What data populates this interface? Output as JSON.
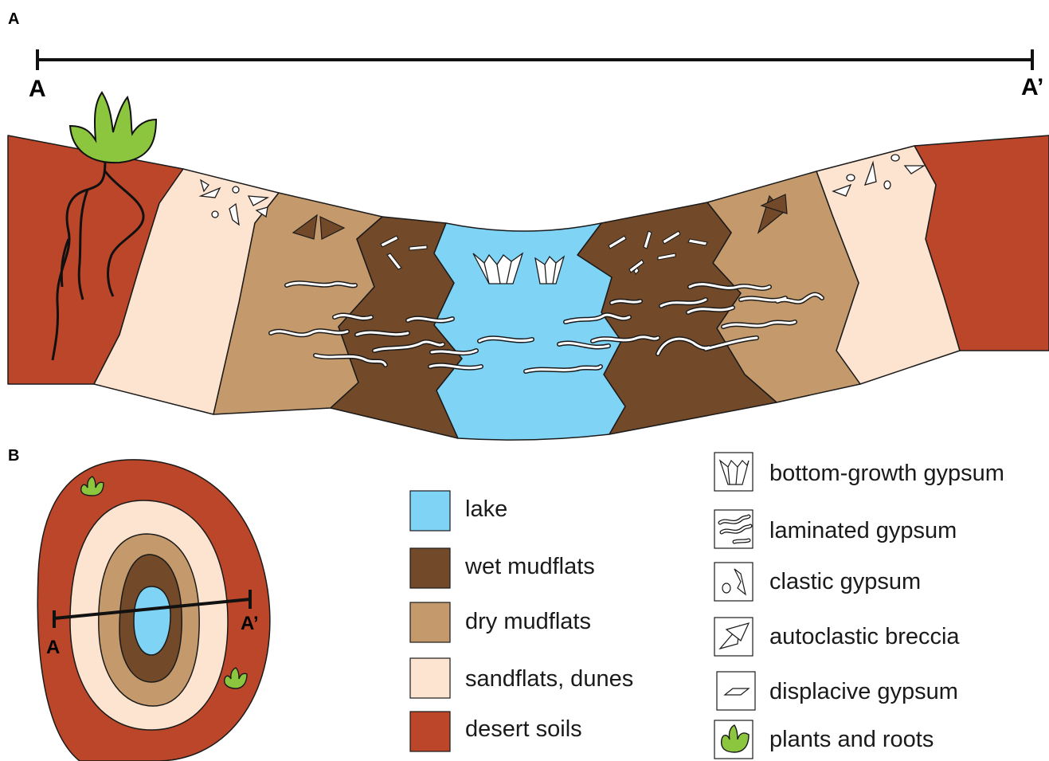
{
  "panels": {
    "a": "A",
    "b": "B"
  },
  "section": {
    "start": "A",
    "end": "A’"
  },
  "map_section": {
    "start": "A",
    "end": "A’"
  },
  "colors": {
    "lake": "#7fd3f5",
    "wet_mudflats": "#734a29",
    "dry_mudflats": "#c49a6c",
    "sandflats_dunes": "#fde4d0",
    "desert_soils": "#bc4629",
    "plant": "#8cc63f"
  },
  "zone_legend": [
    {
      "label": "lake",
      "color": "#7fd3f5"
    },
    {
      "label": "wet mudflats",
      "color": "#734a29"
    },
    {
      "label": "dry mudflats",
      "color": "#c49a6c"
    },
    {
      "label": "sandflats, dunes",
      "color": "#fde4d0"
    },
    {
      "label": "desert soils",
      "color": "#bc4629"
    }
  ],
  "symbol_legend": [
    {
      "label": "bottom-growth gypsum",
      "icon": "bottom-growth-gypsum-icon"
    },
    {
      "label": "laminated gypsum",
      "icon": "laminated-gypsum-icon"
    },
    {
      "label": "clastic gypsum",
      "icon": "clastic-gypsum-icon"
    },
    {
      "label": "autoclastic breccia",
      "icon": "autoclastic-breccia-icon"
    },
    {
      "label": "displacive gypsum",
      "icon": "displacive-gypsum-icon"
    },
    {
      "label": "plants and roots",
      "icon": "plant-icon"
    }
  ]
}
